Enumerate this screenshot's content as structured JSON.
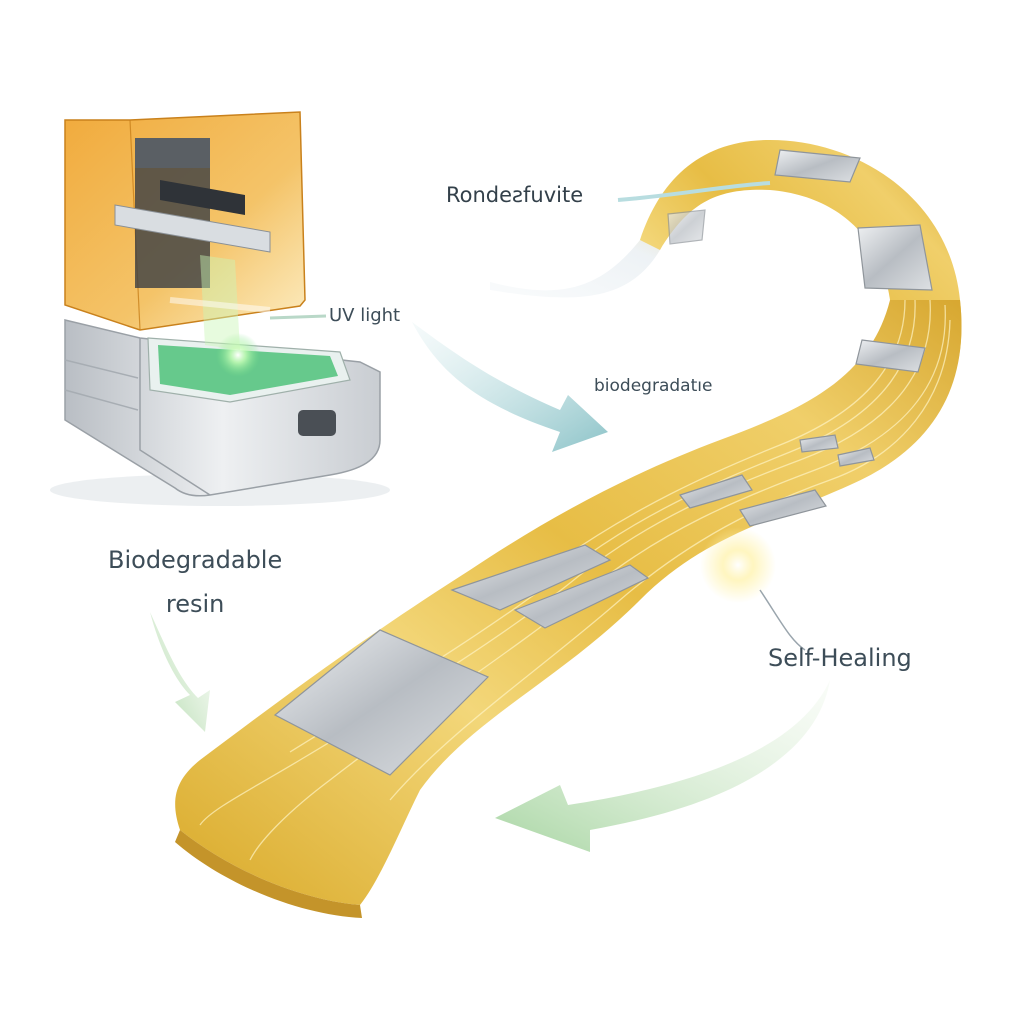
{
  "labels": {
    "ronde": "Rondeƨfuvite",
    "uv_light": "UV light",
    "biodegradable_top": "biodegradatıe",
    "resin_line1": "Biodegradable",
    "resin_line2": "resin",
    "self_healing": "Self-Healing"
  },
  "icons": {
    "printer": "resin-3d-printer-icon",
    "flex_strip": "flexible-circuit-strip"
  },
  "colors": {
    "strip_gold": "#e3b945",
    "strip_light": "#f6e49a",
    "amber_hood": "#e89a2a",
    "printer_body": "#d5d9de",
    "green_resin": "#4fc27a",
    "arrow_teal": "#9fcfd2",
    "arrow_green": "#bfe0b5",
    "label_text": "#3d4d58"
  }
}
